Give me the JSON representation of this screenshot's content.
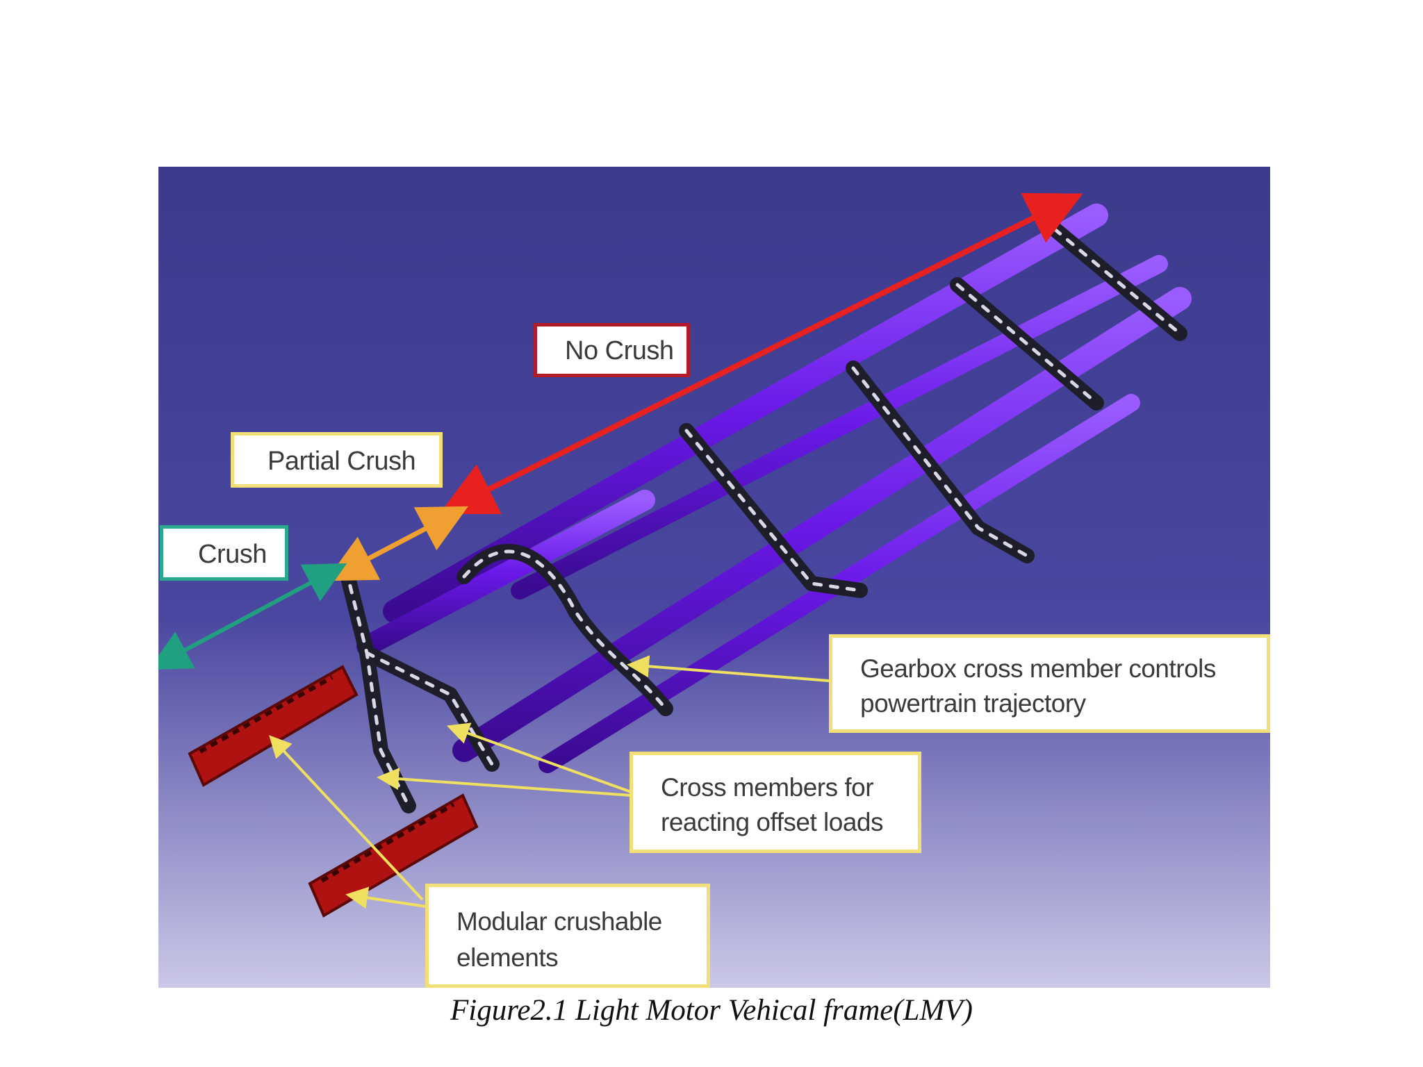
{
  "figure": {
    "caption": "Figure2.1 Light Motor Vehical frame(LMV)",
    "colors": {
      "background_top": "#3b3a8c",
      "background_bottom": "#c9c6e6",
      "rails": "#6a18e8",
      "crush_elements": "#b01212",
      "no_crush": "#e82020",
      "partial_crush": "#f0a030",
      "crush": "#20a080",
      "callout_arrows": "#f0e060"
    },
    "zones": {
      "no_crush": "No Crush",
      "partial_crush": "Partial Crush",
      "crush": "Crush"
    },
    "callouts": {
      "gearbox": [
        "Gearbox cross member controls",
        "powertrain trajectory"
      ],
      "cross_members": [
        "Cross members for",
        "reacting offset loads"
      ],
      "modular": [
        "Modular crushable",
        "elements"
      ]
    }
  }
}
